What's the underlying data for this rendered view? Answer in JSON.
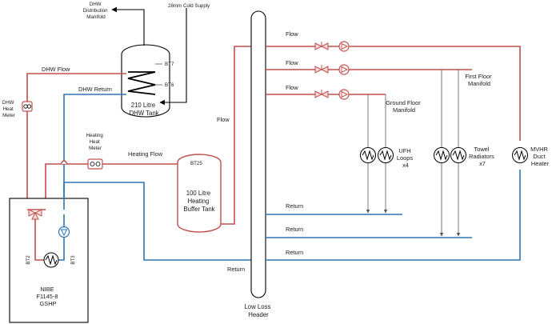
{
  "labels": {
    "dhw_distribution": [
      "DHW",
      "Distribution",
      "Manifold"
    ],
    "cold_supply": "28mm Cold Supply",
    "bt7": "BT7",
    "bt6": "BT6",
    "dhw_tank": [
      "210 Litre",
      "DHW Tank"
    ],
    "dhw_flow": "DHW Flow",
    "dhw_return": "DHW Return",
    "dhw_heat_meter": [
      "DHW",
      "Heat",
      "Meter"
    ],
    "heating_heat_meter": [
      "Heating",
      "Heat",
      "Meter"
    ],
    "heating_flow": "Heating Flow",
    "bt25": "BT25",
    "buffer_tank": [
      "100 Litre",
      "Heating",
      "Buffer Tank"
    ],
    "flow_vertical": "Flow",
    "flow_1": "Flow",
    "flow_2": "Flow",
    "flow_3": "Flow",
    "first_floor_manifold": [
      "First Floor",
      "Manifold"
    ],
    "ground_floor_manifold": [
      "Ground Floor",
      "Manifold"
    ],
    "ufh_loops": [
      "UFH",
      "Loops",
      "x4"
    ],
    "towel_radiators": [
      "Towel",
      "Radiators",
      "x7"
    ],
    "mvhr": [
      "MVHR",
      "Duct",
      "Heater"
    ],
    "return_1": "Return",
    "return_2": "Return",
    "return_3": "Return",
    "return_main": "Return",
    "bt2": "BT2",
    "bt3": "BT3",
    "gshp": [
      "NIBE",
      "F1145-8",
      "GSHP"
    ],
    "low_loss_header": [
      "Low Loss",
      "Header"
    ]
  },
  "colors": {
    "flow": "#c0504d",
    "return": "#2e75b6",
    "supply": "#000000",
    "emitter_drop": "#6b6b6b"
  },
  "icons": {
    "valve": "motorised-valve-icon",
    "pump": "circulation-pump-icon",
    "heat_meter": "heat-meter-icon",
    "emitter": "heat-emitter-icon",
    "heat_exchanger": "heat-exchanger-icon",
    "coil": "tank-coil-icon"
  }
}
